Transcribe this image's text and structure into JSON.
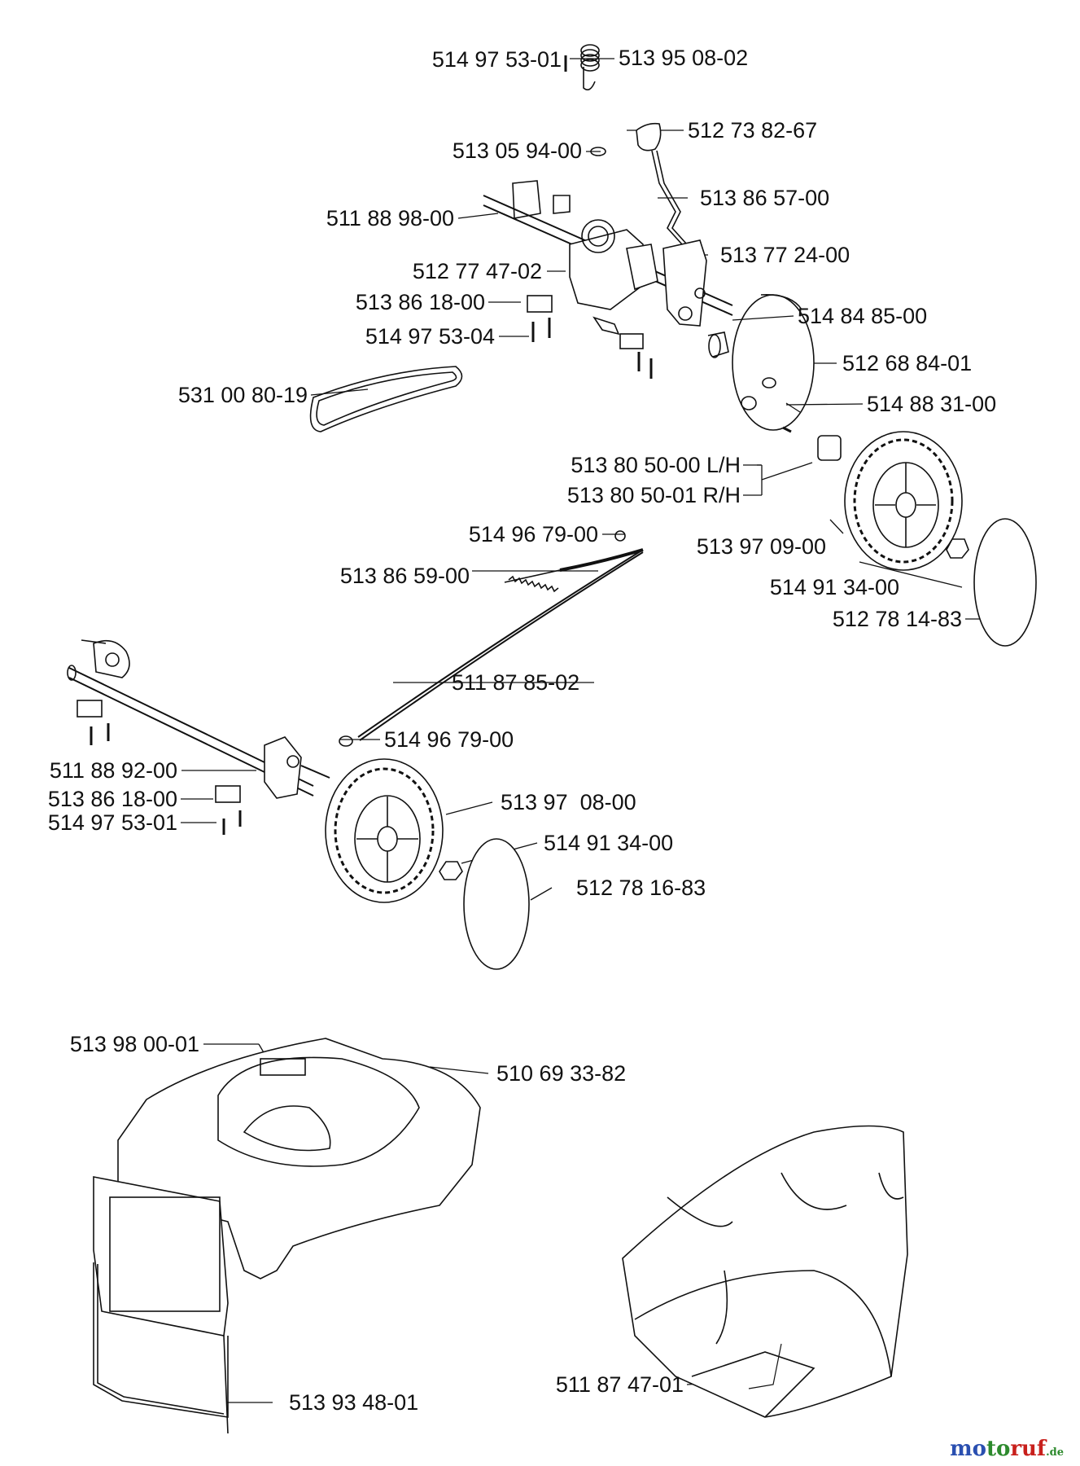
{
  "parts": {
    "p01": "514 97 53-01",
    "p02": "513 95 08-02",
    "p03": "512 73 82-67",
    "p04": "513 05 94-00",
    "p05": "513 86 57-00",
    "p06": "511 88 98-00",
    "p07": "513 77 24-00",
    "p08": "512 77 47-02",
    "p09": "513 86 18-00",
    "p10": "514 84 85-00",
    "p11": "514 97 53-04",
    "p12": "512 68 84-01",
    "p13": "531 00 80-19",
    "p14": "514 88 31-00",
    "p15": "513 80 50-00 L/H",
    "p16": "513 80 50-01 R/H",
    "p17": "514 96 79-00",
    "p18": "513 97 09-00",
    "p19": "513 86 59-00",
    "p20": "514 91 34-00",
    "p21": "512 78 14-83",
    "p22": "511 87 85-02",
    "p23": "514 96 79-00",
    "p24": "511 88 92-00",
    "p25": "513 97  08-00",
    "p26": "513 86 18-00",
    "p27": "514 97 53-01",
    "p28": "514 91 34-00",
    "p29": "512 78 16-83",
    "p30": "513 98 00-01",
    "p31": "510 69 33-82",
    "p32": "511 87 47-01",
    "p33": "513 93 48-01"
  },
  "brand": {
    "a": "mo",
    "b": "to",
    "c": "ruf",
    "d": ".de"
  }
}
